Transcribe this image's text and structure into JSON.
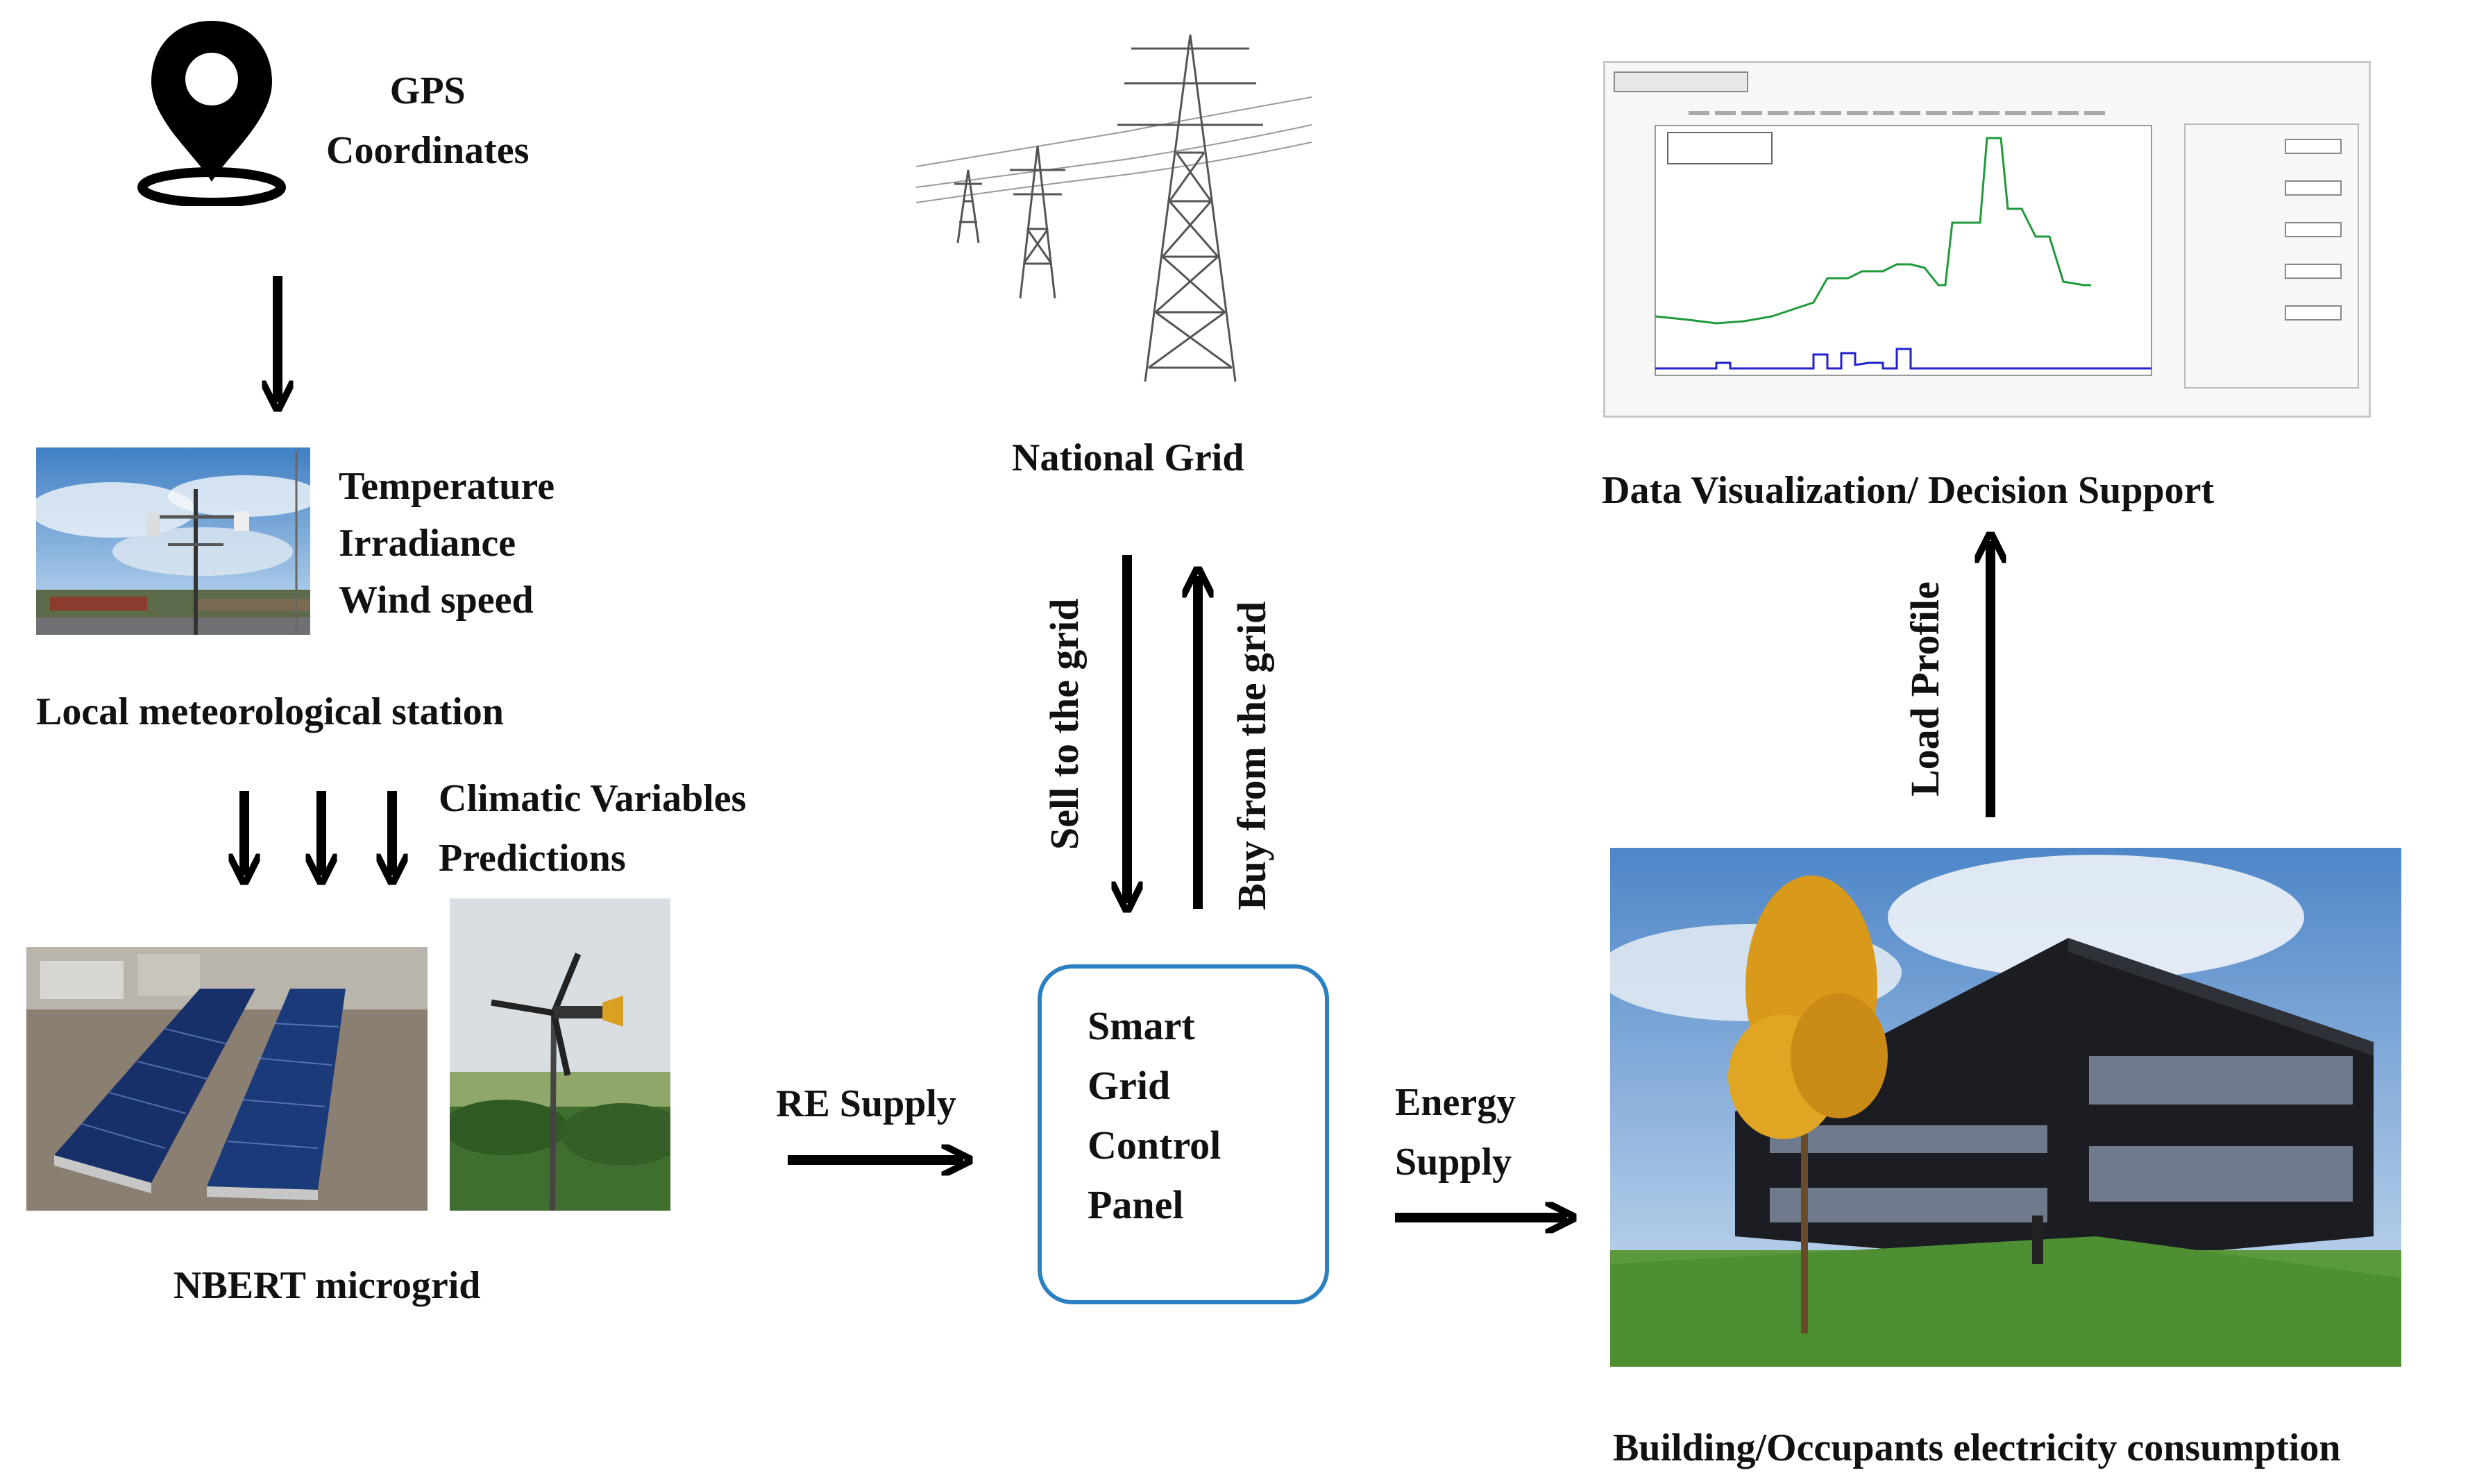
{
  "gps": {
    "lines": [
      "GPS",
      "Coordinates"
    ],
    "icon": "location-pin-icon"
  },
  "met_station": {
    "variables": [
      "Temperature",
      "Irradiance",
      "Wind speed"
    ],
    "caption": "Local meteorological station"
  },
  "climatic": {
    "lines": [
      "Climatic Variables",
      "Predictions"
    ]
  },
  "microgrid": {
    "caption": "NBERT microgrid"
  },
  "national_grid": {
    "caption": "National Grid"
  },
  "grid_flows": {
    "sell": "Sell to the grid",
    "buy": "Buy from the grid"
  },
  "re_supply": "RE Supply",
  "control_panel": {
    "lines": [
      "Smart",
      "Grid",
      "Control",
      "Panel"
    ],
    "border_color": "#2a80c0"
  },
  "energy_supply": {
    "lines": [
      "Energy",
      "Supply"
    ]
  },
  "data_viz": {
    "caption": "Data Visualization/ Decision Support"
  },
  "load_profile": "Load Profile",
  "building": {
    "caption": "Building/Occupants electricity consumption"
  }
}
